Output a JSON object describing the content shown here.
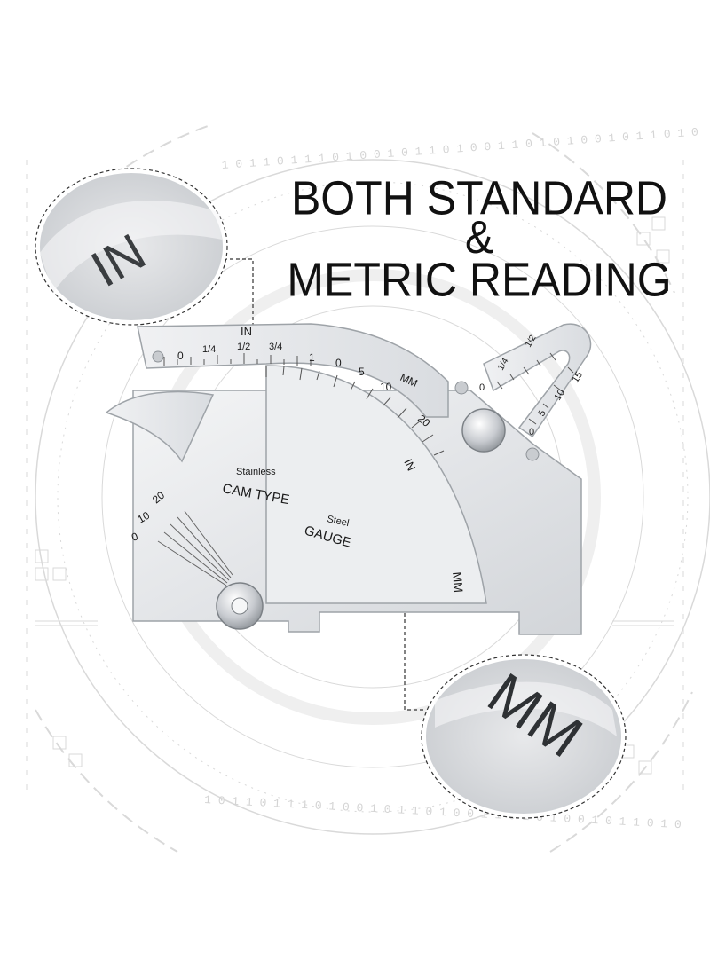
{
  "headline": {
    "line1": "BOTH STANDARD",
    "line2": "&",
    "line3": "METRIC READING"
  },
  "gauge": {
    "material_top": "Stainless",
    "material_bottom": "Steel",
    "name_left": "CAM TYPE",
    "name_right": "GAUGE",
    "inch_arc_label": "IN",
    "inch_scale_labels": [
      "0",
      "1/4",
      "1/2",
      "3/4",
      "1"
    ],
    "mm_arc_label": "MM",
    "mm_scale_labels": [
      "0",
      "5",
      "10",
      "20"
    ],
    "side_inch_label": "IN",
    "bottom_mm_label": "MM",
    "angle_labels": [
      "0",
      "10",
      "20"
    ],
    "slider_inch_labels": [
      "0",
      "1/4",
      "1/2"
    ],
    "slider_mm_labels": [
      "0",
      "5",
      "10",
      "15"
    ]
  },
  "zoom_callouts": {
    "top_left_text": "IN",
    "bottom_right_text": "MM"
  },
  "background": {
    "binary_text": "1 0 1 1 0 1 1 1 0 1 0 0 1 0 1 1 0 1 0 0 1 1 0 1 0 1 0 0 1 0 1 1 0 1 0"
  },
  "colors": {
    "steel_light": "#eef0f2",
    "steel_mid": "#cfd3d7",
    "steel_dark": "#8c9196",
    "line": "#d8d8d8",
    "text": "#111111"
  }
}
